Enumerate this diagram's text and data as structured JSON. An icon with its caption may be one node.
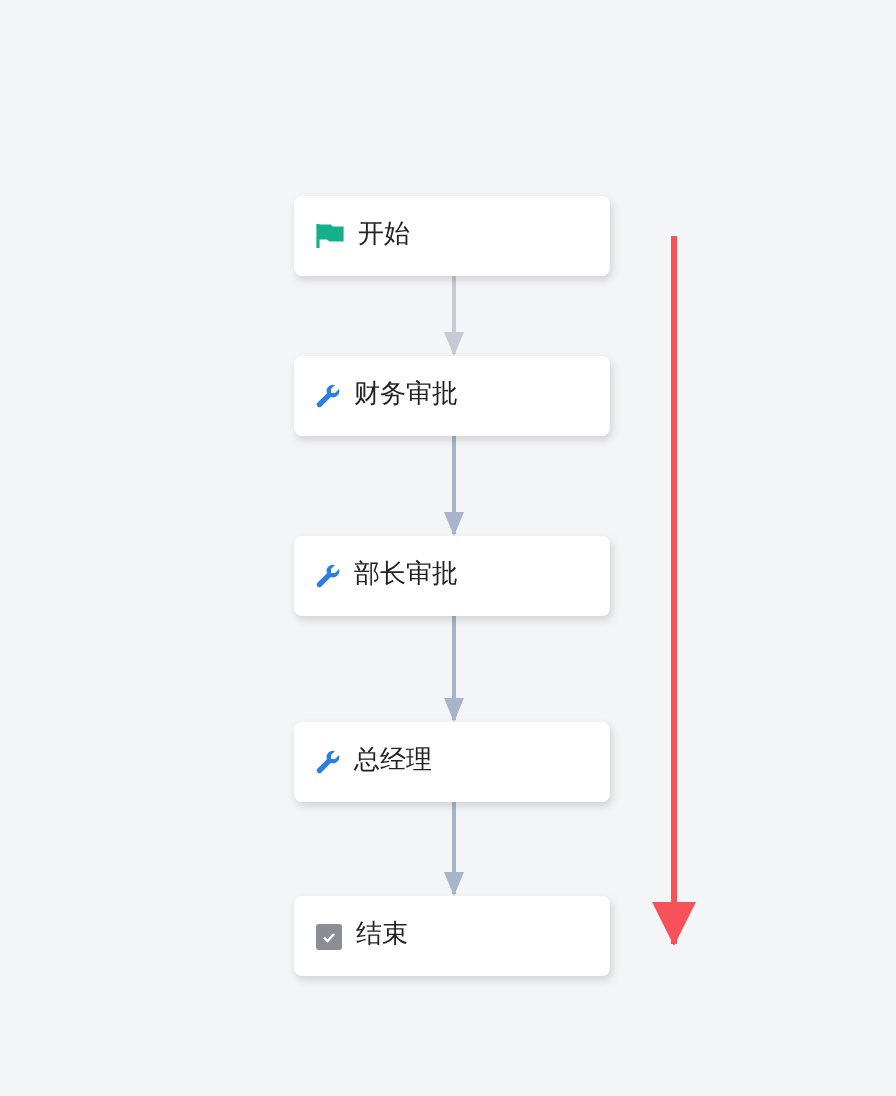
{
  "diagram": {
    "nodes": [
      {
        "text": [
          "开始"
        ]
      },
      {
        "text": [
          "财务审批"
        ]
      },
      {
        "text": [
          "部长审批"
        ]
      },
      {
        "text": [
          "总经理"
        ]
      },
      {
        "text": [
          "结束"
        ]
      }
    ],
    "edges": [
      {
        "from": 0,
        "to": 1,
        "arrow": "to",
        "color": "#c5cad4"
      },
      {
        "from": 1,
        "to": 2,
        "arrow": "to"
      },
      {
        "from": 2,
        "to": 3,
        "arrow": "to"
      },
      {
        "from": 3,
        "to": 4,
        "arrow": "to"
      }
    ]
  }
}
